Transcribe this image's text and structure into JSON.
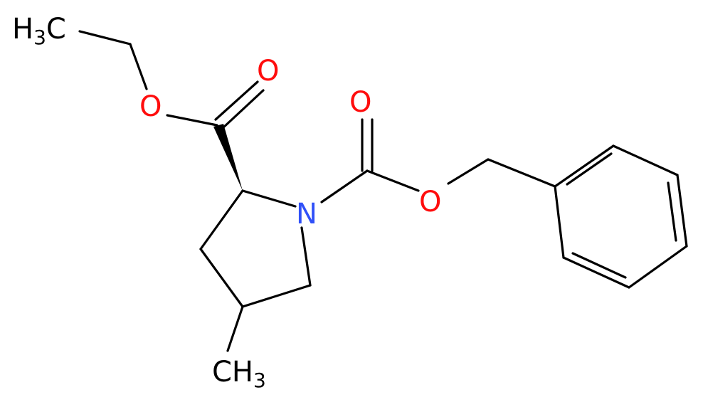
{
  "molecule": {
    "atoms": {
      "ch3_top": {
        "main": "H",
        "sub": "3",
        "tail": "C"
      },
      "o_ester_single": {
        "main": "O"
      },
      "o_ester_double": {
        "main": "O"
      },
      "n_ring": {
        "main": "N"
      },
      "o_carbamate_double": {
        "main": "O"
      },
      "o_carbamate_single": {
        "main": "O"
      },
      "ch3_bottom": {
        "main": "CH",
        "sub": "3"
      }
    },
    "colors": {
      "oxygen": "#ff0d0d",
      "nitrogen": "#3050f8",
      "carbon": "#000000",
      "bond": "#000000"
    }
  }
}
